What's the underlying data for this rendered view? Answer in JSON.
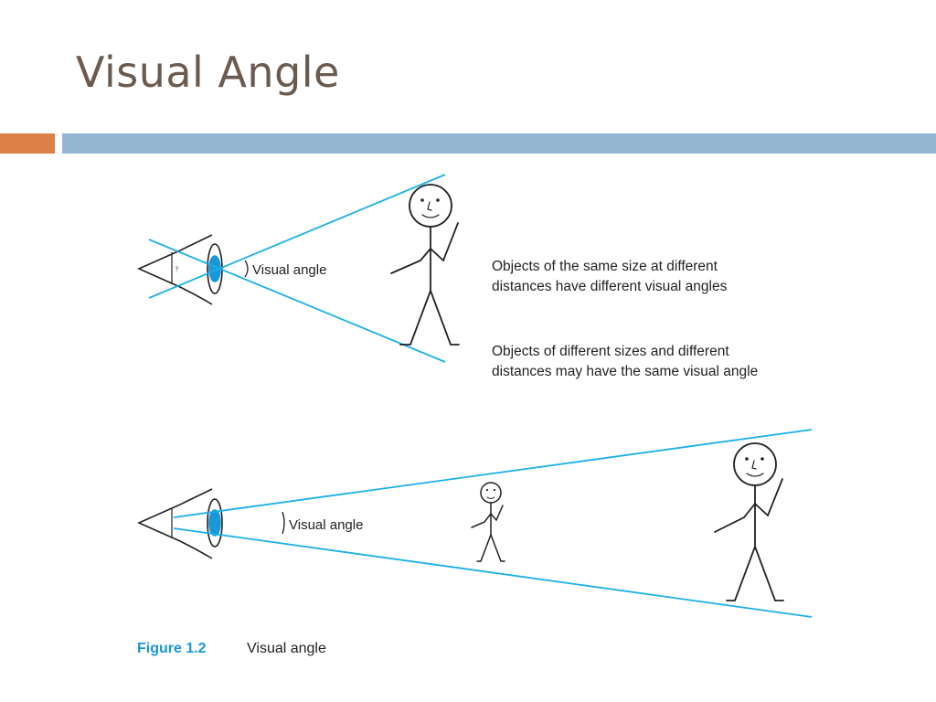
{
  "slide": {
    "title": "Visual Angle",
    "colors": {
      "title": "#6b5a4e",
      "accent_bar": "#dd8047",
      "title_bar": "#94b6d2",
      "sight_lines": "#1ab0e8",
      "figure_label": "#1a97d6"
    }
  },
  "diagram": {
    "top_angle_label": "Visual angle",
    "bottom_angle_label": "Visual angle",
    "statement_1_line_1": "Objects of the same size at different",
    "statement_1_line_2": "distances have different visual angles",
    "statement_2_line_1": "Objects of different sizes and different",
    "statement_2_line_2": "distances may have the same visual angle",
    "caption_number": "Figure 1.2",
    "caption_text": "Visual angle"
  }
}
